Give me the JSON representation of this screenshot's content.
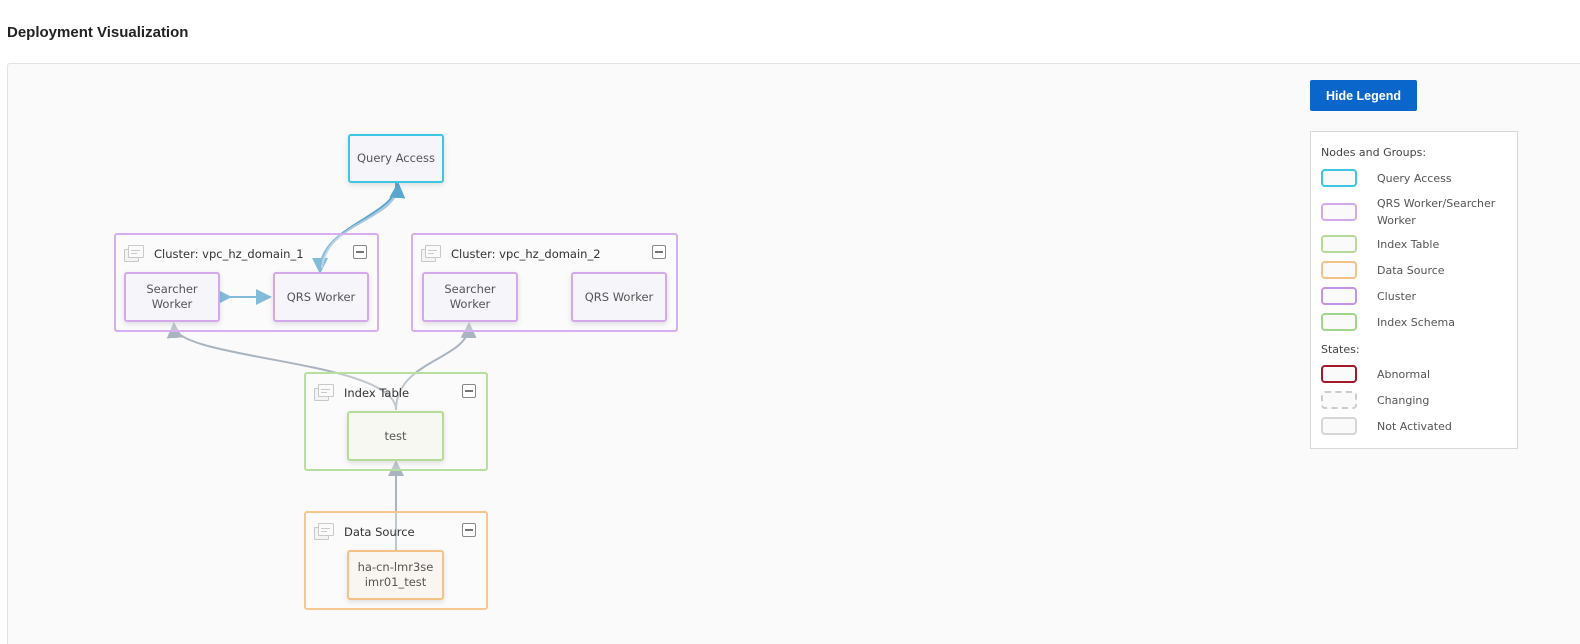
{
  "page": {
    "title": "Deployment Visualization"
  },
  "graph": {
    "query_access": {
      "label": "Query Access"
    },
    "clusters": [
      {
        "title": "Cluster:  vpc_hz_domain_1",
        "nodes": [
          {
            "label": "Searcher Worker"
          },
          {
            "label": "QRS Worker"
          }
        ]
      },
      {
        "title": "Cluster:  vpc_hz_domain_2",
        "nodes": [
          {
            "label": "Searcher Worker"
          },
          {
            "label": "QRS Worker"
          }
        ]
      }
    ],
    "index_table": {
      "title": "Index Table",
      "node": {
        "label": "test"
      }
    },
    "data_source": {
      "title": "Data Source",
      "node": {
        "label": "ha-cn-lmr3seimr01_test"
      }
    }
  },
  "legend": {
    "toggle_label": "Hide Legend",
    "nodes_heading": "Nodes and Groups:",
    "states_heading": "States:",
    "items": [
      {
        "label": "Query Access",
        "color": "#3cc6e2",
        "style": "solid"
      },
      {
        "label": "QRS Worker/Searcher Worker",
        "color": "#d4a9ec",
        "style": "solid"
      },
      {
        "label": "Index Table",
        "color": "#b4dc98",
        "style": "solid"
      },
      {
        "label": "Data Source",
        "color": "#f4c286",
        "style": "solid"
      },
      {
        "label": "Cluster",
        "color": "#c992e6",
        "style": "solid"
      },
      {
        "label": "Index Schema",
        "color": "#9fd68a",
        "style": "solid"
      }
    ],
    "states": [
      {
        "label": "Abnormal",
        "color": "#a3192a",
        "style": "solid"
      },
      {
        "label": "Changing",
        "color": "#cccccc",
        "style": "dashed"
      },
      {
        "label": "Not Activated",
        "color": "#d6d6d6",
        "style": "solid"
      }
    ]
  },
  "colors": {
    "edge": "#aab4bf",
    "edge_active": "#5aa6cf",
    "button": "#0b66cc"
  }
}
